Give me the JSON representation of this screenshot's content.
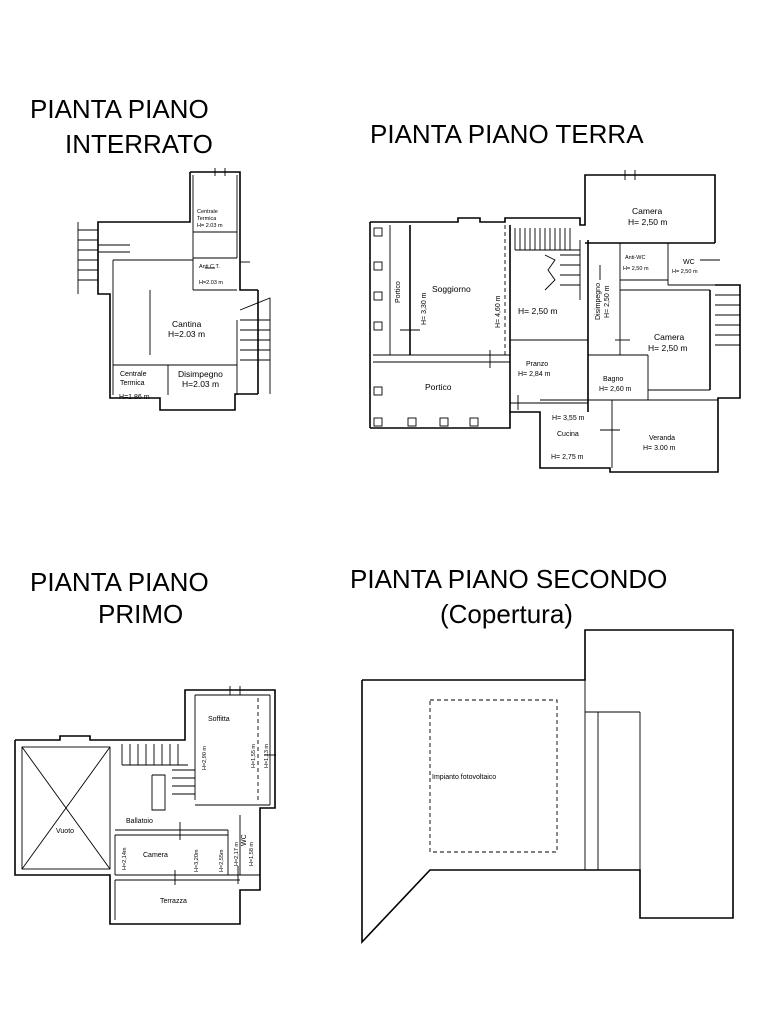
{
  "titles": {
    "interrato_line1": "PIANTA PIANO",
    "interrato_line2": "INTERRATO",
    "terra": "PIANTA PIANO TERRA",
    "primo_line1": "PIANTA PIANO",
    "primo_line2": "PRIMO",
    "secondo_line1": "PIANTA PIANO SECONDO",
    "secondo_line2": "(Copertura)"
  },
  "interrato": {
    "centrale_termica_top": "Centrale",
    "centrale_termica_top_2": "Termica",
    "centrale_termica_top_h": "H= 2.03 m",
    "anti_ct": "Anti C.T.",
    "anti_ct_h": "H=2.03 m",
    "cantina": "Cantina",
    "cantina_h": "H=2.03 m",
    "centrale_termica_bottom": "Centrale",
    "centrale_termica_bottom_2": "Termica",
    "centrale_termica_bottom_h": "H=1.86 m",
    "disimpegno": "Disimpegno",
    "disimpegno_h": "H=2.03 m"
  },
  "terra": {
    "camera_1": "Camera",
    "camera_1_h": "H= 2,50 m",
    "anti_wc": "Anti-WC",
    "anti_wc_h": "H= 2,50 m",
    "wc": "WC",
    "wc_h": "H= 2,50 m",
    "portico_left": "Portico",
    "soggiorno": "Soggiorno",
    "soggiorno_h1": "H= 3,30 m",
    "soggiorno_h2": "H= 4,60 m",
    "stairs_h": "H= 2,50 m",
    "disimpegno": "Disimpegno",
    "disimpegno_h": "H= 2,50 m",
    "camera_2": "Camera",
    "camera_2_h": "H= 2,50 m",
    "pranzo": "Pranzo",
    "pranzo_h": "H= 2,84 m",
    "bagno": "Bagno",
    "bagno_h": "H= 2,60 m",
    "portico_bottom": "Portico",
    "cucina_h_top": "H= 3,55 m",
    "cucina": "Cucina",
    "cucina_h": "H= 2,75 m",
    "veranda": "Veranda",
    "veranda_h": "H= 3.00 m"
  },
  "primo": {
    "soffitta": "Soffitta",
    "soffitta_h1": "H=2,90 m",
    "soffitta_h2": "H=1,55 m",
    "soffitta_h3": "H=1,13 m",
    "vuoto": "Vuoto",
    "ballatoio": "Ballatoio",
    "camera": "Camera",
    "camera_h1": "H=2,14m",
    "camera_h2": "H=3,20m",
    "camera_h3": "H=2,55m",
    "wc": "WC",
    "wc_h1": "H=2,17 m",
    "wc_h2": "H=1,58 m",
    "terrazza": "Terrazza"
  },
  "secondo": {
    "impianto": "Impianto fotovoltaico"
  }
}
